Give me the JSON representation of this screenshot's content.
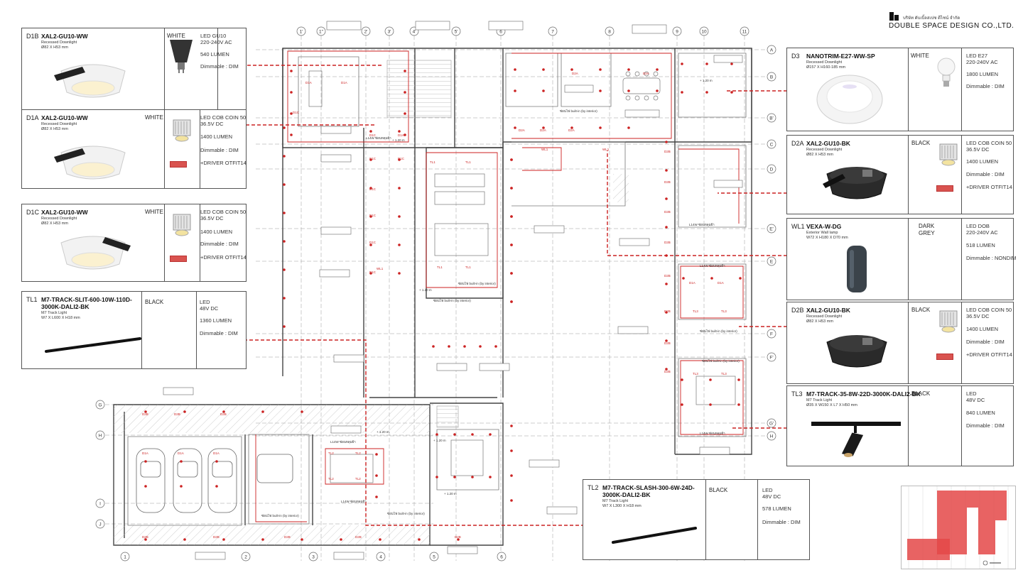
{
  "brand": {
    "thai": "บริษัท ดับเบิ้ลสเปซ ดีไซน์ จำกัด",
    "name": "DOUBLE SPACE DESIGN CO.,LTD."
  },
  "colors": {
    "red": "#cc2222",
    "line": "#555555",
    "grid": "#888888"
  },
  "fixtures": [
    {
      "code": "D1B",
      "model": "XAL2-GU10-WW",
      "type": "Recessed Downlight",
      "size": "Ø82 X H53 mm",
      "finish": "WHITE",
      "spec": [
        "LED GU10",
        "220-240V AC",
        "540 LUMEN",
        "Dimmable : DIM"
      ]
    },
    {
      "code": "D1A",
      "model": "XAL2-GU10-WW",
      "type": "Recessed Downlight",
      "size": "Ø82 X H53 mm",
      "finish": "WHITE",
      "spec": [
        "LED COB COIN 50",
        "36.5V DC",
        "1400 LUMEN",
        "Dimmable : DIM",
        "+DRIVER OTFIT14"
      ]
    },
    {
      "code": "D1C",
      "model": "XAL2-GU10-WW",
      "type": "Recessed Downlight",
      "size": "Ø82 X H53 mm",
      "finish": "WHITE",
      "spec": [
        "LED COB COIN 50",
        "36.5V DC",
        "1400 LUMEN",
        "Dimmable : DIM",
        "+DRIVER OTFIT14"
      ]
    },
    {
      "code": "TL1",
      "model": "M7-TRACK-SLIT-600-10W-110D-3000K-DALI2-BK",
      "type": "M7 Track Light",
      "size": "W7 X L600 X H18 mm",
      "finish": "BLACK",
      "spec": [
        "LED",
        "48V DC",
        "1360 LUMEN",
        "Dimmable : DIM"
      ]
    },
    {
      "code": "D3",
      "model": "NANOTRIM-E27-WW-SP",
      "type": "Recessed Downlight",
      "size": "Ø157 X H160-185 mm",
      "finish": "WHITE",
      "spec": [
        "LED E27",
        "220-240V AC",
        "1800 LUMEN",
        "Dimmable : DIM"
      ]
    },
    {
      "code": "D2A",
      "model": "XAL2-GU10-BK",
      "type": "Recessed Downlight",
      "size": "Ø82 X H53 mm",
      "finish": "BLACK",
      "spec": [
        "LED COB COIN 50",
        "36.5V DC",
        "1400 LUMEN",
        "Dimmable : DIM",
        "+DRIVER OTFIT14"
      ]
    },
    {
      "code": "WL1",
      "model": "VEXA-W-DG",
      "type": "Exterior Wall lamp",
      "size": "W72 X H180 X D70 mm",
      "finish": "DARK GREY",
      "spec": [
        "LED DOB",
        "220-240V AC",
        "518 LUMEN",
        "Dimmable : NONDIM"
      ]
    },
    {
      "code": "D2B",
      "model": "XAL2-GU10-BK",
      "type": "Recessed Downlight",
      "size": "Ø82 X H53 mm",
      "finish": "BLACK",
      "spec": [
        "LED COB COIN 50",
        "36.5V DC",
        "1400 LUMEN",
        "Dimmable : DIM",
        "+DRIVER OTFIT14"
      ]
    },
    {
      "code": "TL3",
      "model": "M7-TRACK-35-8W-22D-3000K-DALI2-BK",
      "type": "M7 Track Light",
      "size": "Ø35 X W150 X L7 X H50 mm",
      "finish": "BLACK",
      "spec": [
        "LED",
        "48V DC",
        "840 LUMEN",
        "Dimmable : DIM"
      ]
    },
    {
      "code": "TL2",
      "model": "M7-TRACK-SLASH-300-6W-24D-3000K-DALI2-BK",
      "type": "M7 Track Light",
      "size": "W7 X L300 X H18 mm",
      "finish": "BLACK",
      "spec": [
        "LED",
        "48V DC",
        "578 LUMEN",
        "Dimmable : DIM"
      ]
    }
  ],
  "grid": {
    "cols": [
      "1'",
      "1\"",
      "2'",
      "3'",
      "4'",
      "5'",
      "6",
      "7",
      "8",
      "9",
      "10",
      "11"
    ],
    "cols_bottom": [
      "1",
      "2",
      "3",
      "4",
      "5",
      "6"
    ],
    "rows": [
      "A",
      "B",
      "B'",
      "C",
      "D",
      "E'",
      "E",
      "F",
      "F'",
      "G'",
      "H"
    ],
    "rows_left": [
      "G",
      "H",
      "I",
      "J"
    ]
  },
  "plan_labels": {
    "fixtures": [
      "D1A",
      "D1B",
      "D1C",
      "D2A",
      "D2B",
      "D3",
      "TL1",
      "TL2",
      "TL3",
      "WL1"
    ],
    "notes": [
      "ซ่อนไฟ built-in (by interior)",
      "L14W ซ่อนหลุมฝ้า",
      "+ 1.20 m"
    ]
  }
}
